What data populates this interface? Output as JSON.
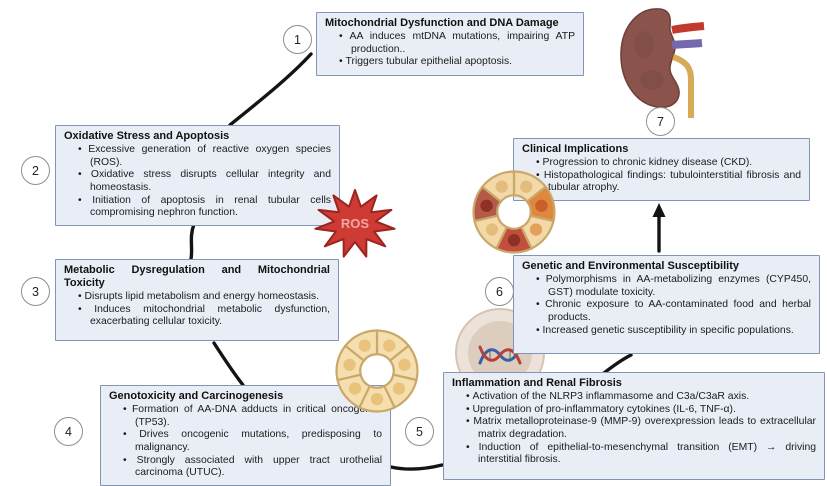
{
  "figure_type": "cycle-diagram",
  "ros_label": "ROS",
  "stages": [
    {
      "num": "1",
      "title": "Mitochondrial Dysfunction and DNA Damage",
      "bullets": [
        "AA induces mtDNA mutations, impairing ATP production..",
        "Triggers tubular epithelial apoptosis."
      ]
    },
    {
      "num": "2",
      "title": "Oxidative Stress and Apoptosis",
      "bullets": [
        "Excessive generation of reactive oxygen species (ROS).",
        "Oxidative stress disrupts cellular integrity and homeostasis.",
        "Initiation of apoptosis in renal tubular cells compromising nephron function."
      ]
    },
    {
      "num": "3",
      "title": "Metabolic Dysregulation and Mitochondrial Toxicity",
      "bullets": [
        "Disrupts lipid metabolism and energy homeostasis.",
        "Induces mitochondrial metabolic dysfunction, exacerbating cellular toxicity."
      ]
    },
    {
      "num": "4",
      "title": "Genotoxicity and Carcinogenesis",
      "bullets": [
        "Formation of AA-DNA adducts in critical oncogenes (TP53).",
        "Drives oncogenic mutations, predisposing to malignancy.",
        "Strongly associated with upper tract urothelial carcinoma (UTUC)."
      ]
    },
    {
      "num": "5",
      "title": "Inflammation and Renal Fibrosis",
      "bullets": [
        "Activation of the NLRP3 inflammasome and C3a/C3aR axis.",
        "Upregulation of pro-inflammatory cytokines (IL-6, TNF-α).",
        "Matrix metalloproteinase-9 (MMP-9) overexpression leads to extracellular matrix degradation.",
        "Induction of epithelial-to-mesenchymal transition (EMT) → driving interstitial fibrosis."
      ]
    },
    {
      "num": "6",
      "title": "Genetic and Environmental Susceptibility",
      "bullets": [
        "Polymorphisms in AA-metabolizing enzymes (CYP450, GST) modulate toxicity.",
        "Chronic exposure to AA-contaminated food and herbal products.",
        "Increased genetic susceptibility in specific populations."
      ]
    },
    {
      "num": "7",
      "title": "Clinical Implications",
      "bullets": [
        "Progression to chronic kidney disease (CKD).",
        "Histopathological findings: tubulointerstitial fibrosis and tubular atrophy."
      ]
    }
  ],
  "colors": {
    "box_fill": "#e9eef6",
    "box_border": "#8295b6",
    "connector": "#141414",
    "circle_border": "#8f8f8f",
    "star_fill": "#ce3a34",
    "star_stroke": "#9c241f",
    "star_text": "#f0a9a1",
    "tubule_fill": "#f5dfae",
    "tubule_stroke": "#c9a86a",
    "tubule_dot": "#e9c27c",
    "damaged_segments": [
      "#f2d9a7",
      "#e0873e",
      "#f2d9a7",
      "#c24e3d",
      "#f2d9a7",
      "#b55a49",
      "#f2d9a7"
    ],
    "damaged_dots": [
      "#e3bd7d",
      "#c75f2a",
      "#e3a05a",
      "#8e3026",
      "#e3bd7d",
      "#8e3026",
      "#e3bd7d"
    ],
    "kidney_body": "#8a544c",
    "artery": "#c03a2e",
    "vein": "#7668ad",
    "ureter": "#d8a957",
    "cell_outer": "#ece1d7",
    "cell_inner": "#dccdbe",
    "dna_red": "#b5413a",
    "dna_blue": "#3a5fa5"
  }
}
